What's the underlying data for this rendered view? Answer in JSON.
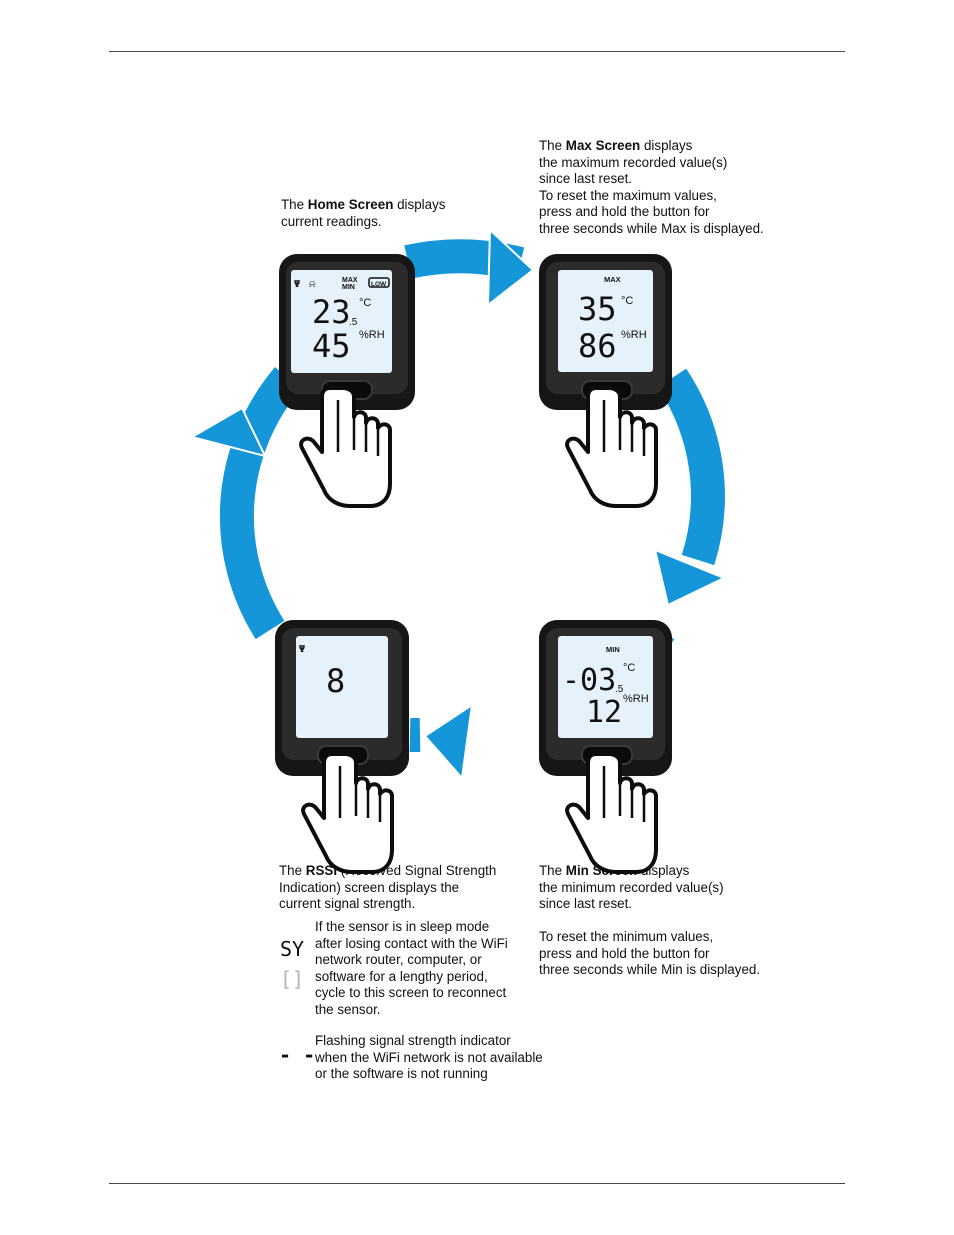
{
  "home": {
    "pre": "The ",
    "bold": "Home Screen",
    "post": " displays",
    "line2": "current readings.",
    "icon_min_max_top": "MAX",
    "icon_min_max_bottom": "MIN",
    "icon_low": "LOW",
    "temp": "23",
    "temp_decimal": ".5",
    "temp_unit": "°C",
    "humidity": "45",
    "humidity_unit": "%RH"
  },
  "max": {
    "pre": "The ",
    "bold": "Max Screen",
    "post": " displays",
    "lines": [
      "the maximum recorded value(s)",
      "since last reset.",
      "To reset the maximum values,",
      "press and hold the button for",
      "three seconds while Max is displayed."
    ],
    "label": "MAX",
    "temp": "35",
    "temp_unit": "°C",
    "humidity": "86",
    "humidity_unit": "%RH"
  },
  "min": {
    "pre": "The ",
    "bold": "Min Screen",
    "post": " displays",
    "lines": [
      "the minimum recorded value(s)",
      "since last reset.",
      "",
      "To reset the minimum values,",
      "press and hold the button for",
      "three seconds while Min is displayed."
    ],
    "label": "MIN",
    "temp": "-03",
    "temp_decimal": ".5",
    "temp_unit": "°C",
    "humidity": "12",
    "humidity_unit": "%RH"
  },
  "rssi": {
    "pre": "The ",
    "bold": "RSSI",
    "post": " (Received Signal Strength",
    "line2": "Indication) screen displays the",
    "line3": "current signal strength.",
    "value": "8",
    "sleep_icon_top": "SY",
    "sleep_icon_bottom": "[]",
    "sleep_text": [
      "If the sensor is in sleep mode",
      "after losing contact with the WiFi",
      "network router, computer, or",
      "software for a lengthy period,",
      "cycle to this screen to reconnect",
      "the sensor."
    ],
    "flash_icon": "- -",
    "flash_text": [
      "Flashing signal strength indicator",
      "when the WiFi network is not available",
      "or the software is not running"
    ]
  },
  "colors": {
    "arrow_blue": "#1596d9",
    "lcd_bg": "#e6f2fb",
    "device_body": "#161616"
  }
}
